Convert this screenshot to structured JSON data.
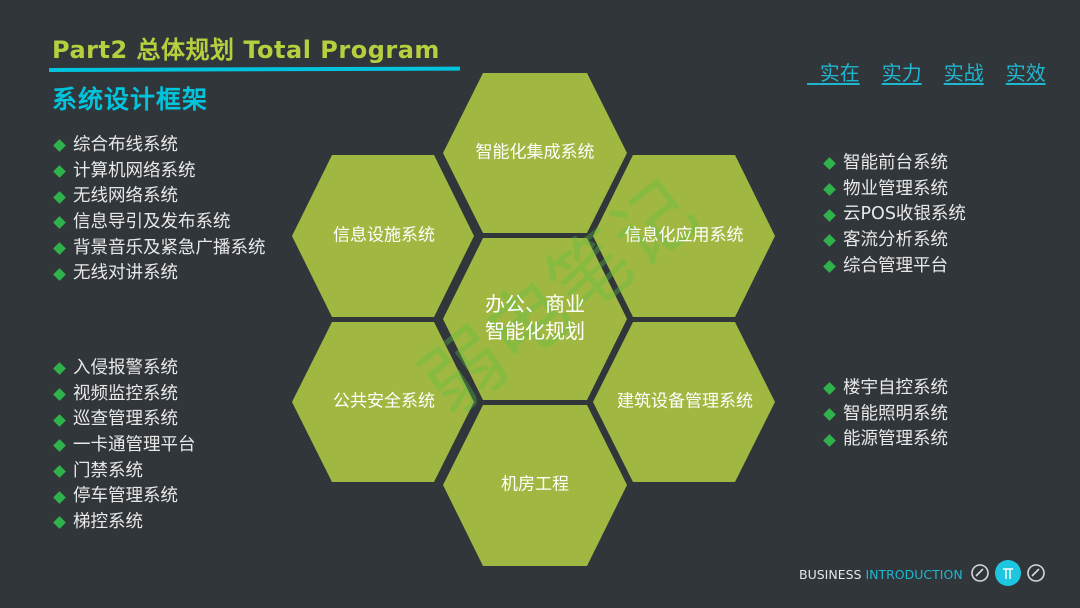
{
  "header": {
    "title": "Part2 总体规划 Total Program",
    "subtitle": "系统设计框架",
    "slogan": [
      "实在",
      "实力",
      "实战",
      "实效"
    ]
  },
  "colors": {
    "background": "#31363b",
    "title": "#b5cf3e",
    "accent_cyan": "#00c3dc",
    "hex_fill": "#a0b842",
    "bullet": "#2fb24c"
  },
  "lists": {
    "left_top": [
      "综合布线系统",
      "计算机网络系统",
      "无线网络系统",
      "信息导引及发布系统",
      "背景音乐及紧急广播系统",
      "无线对讲系统"
    ],
    "left_bottom": [
      "入侵报警系统",
      "视频监控系统",
      "巡查管理系统",
      "一卡通管理平台",
      "门禁系统",
      "停车管理系统",
      "梯控系统"
    ],
    "right_top": [
      "智能前台系统",
      "物业管理系统",
      "云POS收银系统",
      "客流分析系统",
      "综合管理平台"
    ],
    "right_bottom": [
      "楼宇自控系统",
      "智能照明系统",
      "能源管理系统"
    ]
  },
  "hexagons": {
    "top": "智能化集成系统",
    "left": "信息设施系统",
    "right": "信息化应用系统",
    "center_line1": "办公、商业",
    "center_line2": "智能化规划",
    "bottom_left": "公共安全系统",
    "bottom_right": "建筑设备管理系统",
    "bottom": "机房工程"
  },
  "watermark": "弱电笔记",
  "footer": {
    "word1": "BUSINESS",
    "word2": "INTRODUCTION"
  }
}
